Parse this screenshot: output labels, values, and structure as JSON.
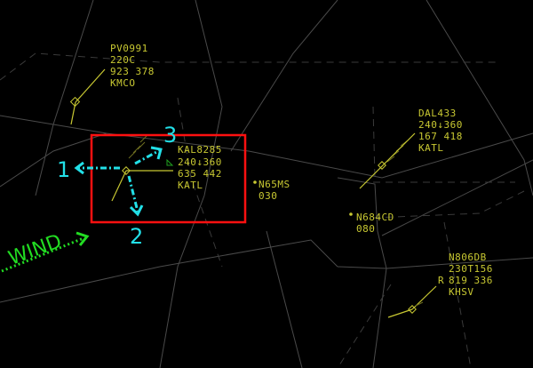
{
  "aircraft": [
    {
      "callsign": "PV0991",
      "line2": "220C",
      "line3": "923 378",
      "dest": "KMCO"
    },
    {
      "callsign": "KAL8285",
      "line2": "240↓360",
      "line3": "635 442",
      "dest": "KATL"
    },
    {
      "callsign": "DAL433",
      "line2": "240↓360",
      "line3": "167 418",
      "dest": "KATL"
    },
    {
      "callsign": "N65MS",
      "line2": "030"
    },
    {
      "callsign": "N684CD",
      "line2": "080"
    },
    {
      "callsign": "N806DB",
      "line2": "230T156",
      "line3": "819 336",
      "dest": "KHSV",
      "prefix": "R"
    }
  ],
  "annotations": {
    "label1": "1",
    "label2": "2",
    "label3": "3",
    "wind": "WIND"
  },
  "colors": {
    "datablock": "#c8c832",
    "annotation": "#22e0e8",
    "wind": "#22dd22",
    "highlight": "#ff1010"
  }
}
